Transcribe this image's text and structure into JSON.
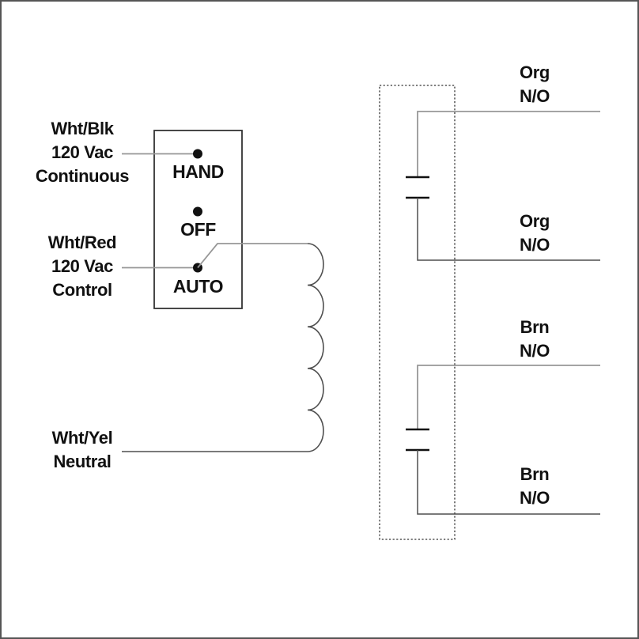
{
  "colors": {
    "bg": "#ffffff",
    "frame": "#555555",
    "outline": "#333333",
    "wire_gray": "#979797",
    "wire_dark": "#4f4f4f",
    "ink": "#111111"
  },
  "switch": {
    "positions": [
      {
        "label": "HAND"
      },
      {
        "label": "OFF"
      },
      {
        "label": "AUTO"
      }
    ],
    "selected": "AUTO"
  },
  "input_labels": [
    {
      "lines": [
        "Wht/Blk",
        "120 Vac",
        "Continuous"
      ]
    },
    {
      "lines": [
        "Wht/Red",
        "120 Vac",
        "Control"
      ]
    },
    {
      "lines": [
        "Wht/Yel",
        "Neutral"
      ]
    }
  ],
  "contact_labels": [
    {
      "wire": "Org",
      "type": "N/O"
    },
    {
      "wire": "Org",
      "type": "N/O"
    },
    {
      "wire": "Brn",
      "type": "N/O"
    },
    {
      "wire": "Brn",
      "type": "N/O"
    }
  ]
}
